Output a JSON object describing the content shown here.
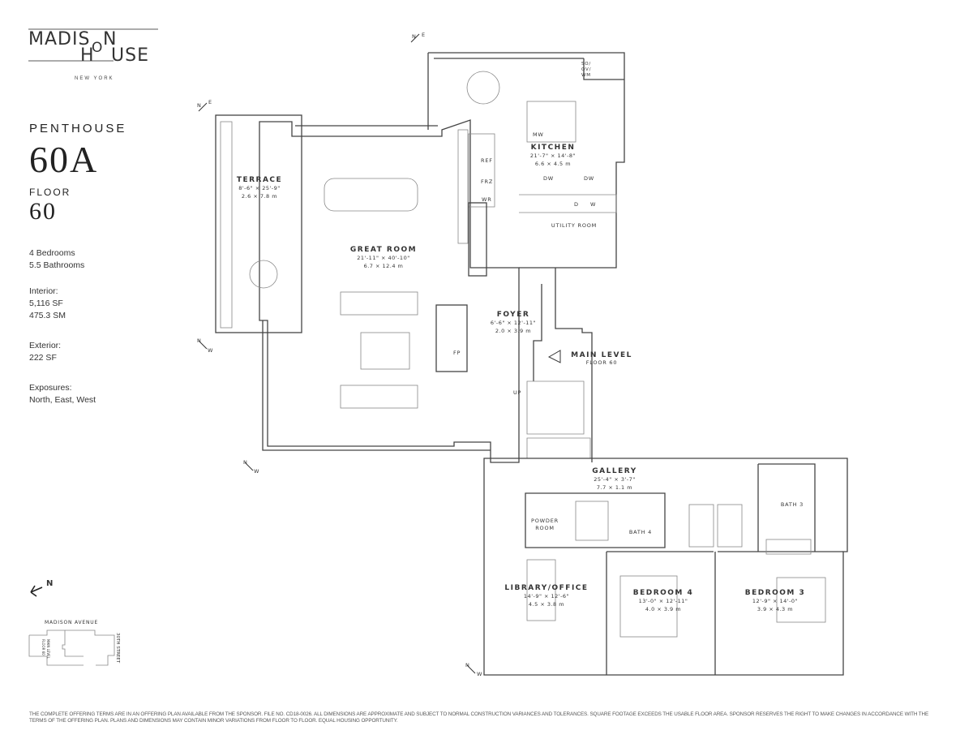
{
  "brand": {
    "logo_text": "MADISON HOUSE",
    "city": "NEW YORK"
  },
  "unit": {
    "type_label": "PENTHOUSE",
    "number": "60A",
    "floor_label": "FLOOR",
    "floor": "60"
  },
  "specs": {
    "bedrooms": "4 Bedrooms",
    "bathrooms": "5.5 Bathrooms",
    "interior_label": "Interior:",
    "interior_sf": "5,116 SF",
    "interior_sm": "475.3 SM",
    "exterior_label": "Exterior:",
    "exterior_sf": "222 SF",
    "exposures_label": "Exposures:",
    "exposures": "North, East, West"
  },
  "rooms": {
    "terrace": {
      "name": "TERRACE",
      "ft": "8'-6\" × 25'-9\"",
      "m": "2.6 × 7.8 m"
    },
    "great_room": {
      "name": "GREAT ROOM",
      "ft": "21'-11\" × 40'-10\"",
      "m": "6.7 × 12.4 m"
    },
    "kitchen": {
      "name": "KITCHEN",
      "ft": "21'-7\" × 14'-8\"",
      "m": "6.6 × 4.5 m"
    },
    "foyer": {
      "name": "FOYER",
      "ft": "6'-6\" × 12'-11\"",
      "m": "2.0 × 3.9 m"
    },
    "gallery": {
      "name": "GALLERY",
      "ft": "25'-4\" × 3'-7\"",
      "m": "7.7 × 1.1 m"
    },
    "library": {
      "name": "LIBRARY/OFFICE",
      "ft": "14'-9\" × 12'-6\"",
      "m": "4.5 × 3.8 m"
    },
    "bedroom4": {
      "name": "BEDROOM 4",
      "ft": "13'-0\" × 12'-11\"",
      "m": "4.0 × 3.9 m"
    },
    "bedroom3": {
      "name": "BEDROOM 3",
      "ft": "12'-9\" × 14'-0\"",
      "m": "3.9 × 4.3 m"
    },
    "utility": "UTILITY ROOM",
    "powder": [
      "POWDER",
      "ROOM"
    ],
    "bath4": "BATH 4",
    "bath3": "BATH 3"
  },
  "fixtures": {
    "ref": "REF",
    "frz": "FRZ",
    "wr": "WR",
    "mw": "MW",
    "dw": "DW",
    "d": "D",
    "w": "W",
    "fp": "FP",
    "up": "UP",
    "so": [
      "SO/",
      "OV/",
      "WM"
    ]
  },
  "level": {
    "name": "MAIN LEVEL",
    "floor": "FLOOR 60"
  },
  "compass": {
    "ne": [
      "N",
      "E"
    ],
    "nw": [
      "N",
      "W"
    ],
    "north": "N"
  },
  "keyplan": {
    "street1": "MADISON AVENUE",
    "street2": "30TH STREET",
    "label": [
      "MAIN LEVEL",
      "FLOOR 60"
    ]
  },
  "disclaimer": "The complete offering terms are in an offering plan available from the sponsor. File No. CD18-0026. All dimensions are approximate and subject to normal construction variances and tolerances. Square footage exceeds the usable floor area. Sponsor reserves the right to make changes in accordance with the terms of the offering plan. Plans and dimensions may contain minor variations from floor to floor.  Equal housing opportunity."
}
